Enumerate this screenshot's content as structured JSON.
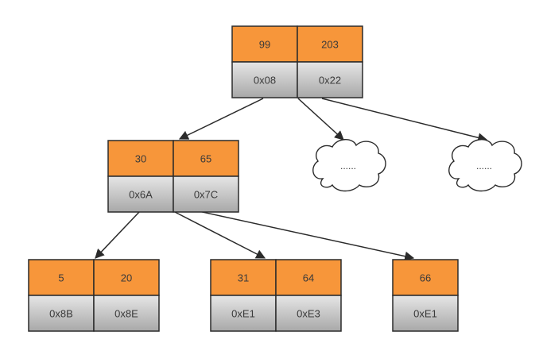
{
  "diagram": {
    "colors": {
      "key_fill": "#f7963a",
      "addr_fill_top": "#e6e6e6",
      "addr_fill_bottom": "#a8a8a8",
      "border": "#2b2b2b"
    },
    "nodes": [
      {
        "id": "root",
        "cells": [
          {
            "key": "99",
            "addr": "0x08"
          },
          {
            "key": "203",
            "addr": "0x22"
          }
        ]
      },
      {
        "id": "mid",
        "cells": [
          {
            "key": "30",
            "addr": "0x6A"
          },
          {
            "key": "65",
            "addr": "0x7C"
          }
        ]
      },
      {
        "id": "leaf1",
        "cells": [
          {
            "key": "5",
            "addr": "0x8B"
          },
          {
            "key": "20",
            "addr": "0x8E"
          }
        ]
      },
      {
        "id": "leaf2",
        "cells": [
          {
            "key": "31",
            "addr": "0xE1"
          },
          {
            "key": "64",
            "addr": "0xE3"
          }
        ]
      },
      {
        "id": "leaf3",
        "cells": [
          {
            "key": "66",
            "addr": "0xE1"
          }
        ]
      }
    ],
    "clouds": [
      {
        "id": "cloud-a",
        "label": "......"
      },
      {
        "id": "cloud-b",
        "label": "......"
      }
    ],
    "edges": [
      {
        "from": "root",
        "to": "mid"
      },
      {
        "from": "root",
        "to": "cloud-a"
      },
      {
        "from": "root",
        "to": "cloud-b"
      },
      {
        "from": "mid",
        "to": "leaf1"
      },
      {
        "from": "mid",
        "to": "leaf2"
      },
      {
        "from": "mid",
        "to": "leaf3"
      }
    ]
  }
}
